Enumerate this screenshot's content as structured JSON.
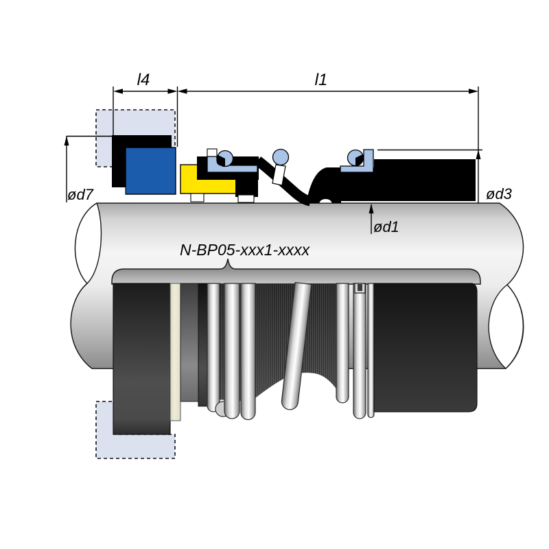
{
  "diagram": {
    "type": "mechanical-seal-cross-section",
    "part_number": "N-BP05-xxx1-xxxx",
    "dimensions": {
      "l4": "l4",
      "l1": "l1",
      "d7": "ød7",
      "d3": "ød3",
      "d1": "ød1"
    },
    "colors": {
      "accent_blue": "#1b5cad",
      "accent_yellow": "#ffe500",
      "light_blue": "#a9c4e6",
      "lavender": "#dce1ef",
      "beige": "#ece7d4"
    }
  }
}
